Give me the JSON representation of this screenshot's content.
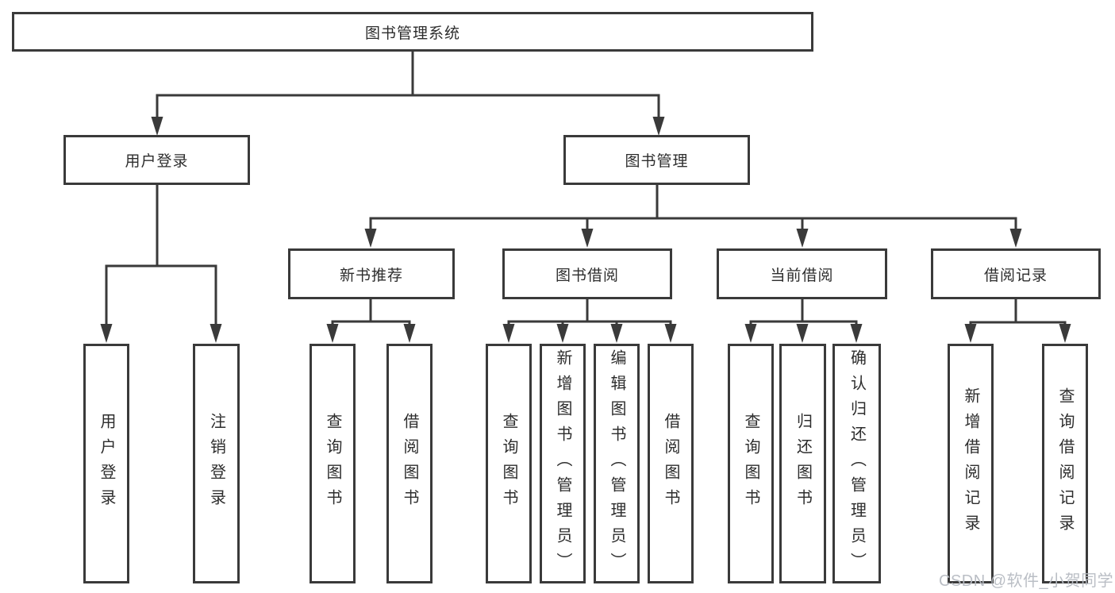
{
  "diagram": {
    "root": {
      "label": "图书管理系统"
    },
    "branches": [
      {
        "label": "用户登录",
        "leaves": [
          "用户登录",
          "注销登录"
        ]
      },
      {
        "label": "图书管理",
        "children": [
          {
            "label": "新书推荐",
            "leaves": [
              "查询图书",
              "借阅图书"
            ]
          },
          {
            "label": "图书借阅",
            "leaves": [
              "查询图书",
              "新增图书（管理员）",
              "编辑图书（管理员）",
              "借阅图书"
            ]
          },
          {
            "label": "当前借阅",
            "leaves": [
              "查询图书",
              "归还图书",
              "确认归还（管理员）"
            ]
          },
          {
            "label": "借阅记录",
            "leaves": [
              "新增借阅记录",
              "查询借阅记录"
            ]
          }
        ]
      }
    ]
  },
  "watermark": {
    "text": "CSDN @软件_小贺同学"
  },
  "colors": {
    "line": "#3a3a3a",
    "text": "#2d2d2d",
    "background": "#ffffff",
    "watermark": "#b7bbc2"
  }
}
